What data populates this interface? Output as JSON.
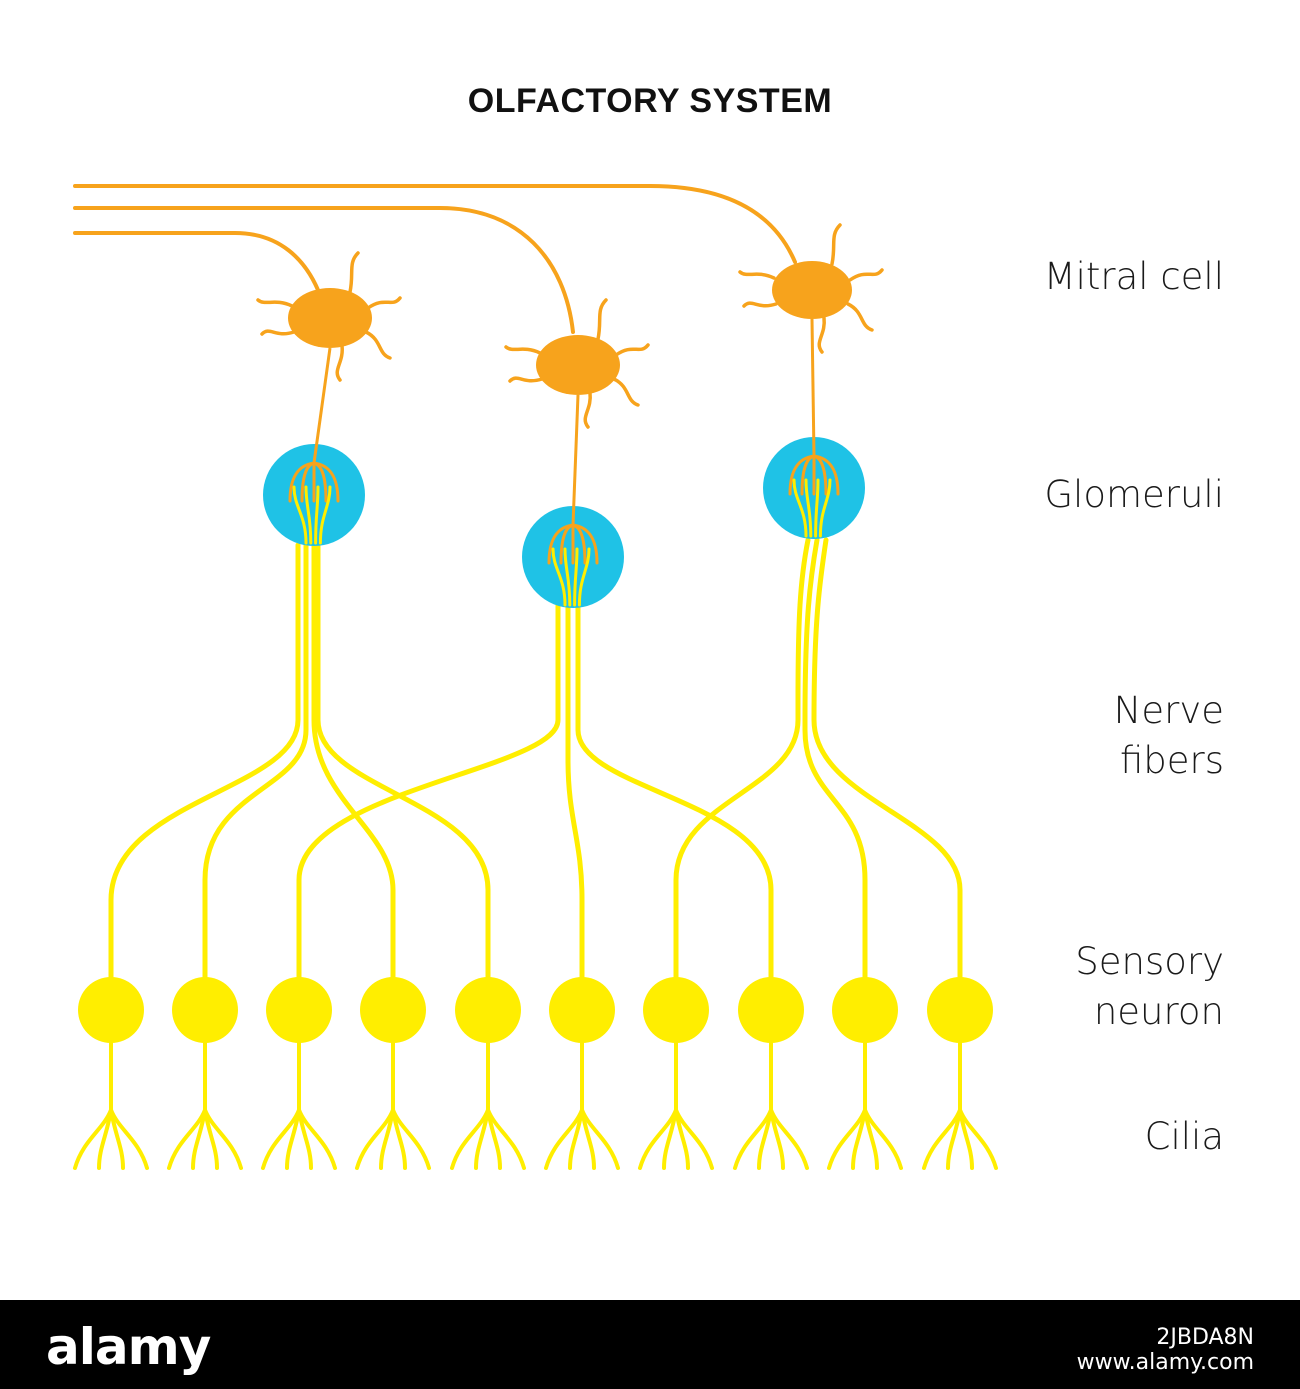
{
  "title": "OLFACTORY SYSTEM",
  "labels": {
    "mitral_cell": "Mitral cell",
    "glomeruli": "Glomeruli",
    "nerve_fibers": "Nerve\nfibers",
    "sensory_neuron": "Sensory\nneuron",
    "cilia": "Cilia"
  },
  "colors": {
    "mitral": "#f7a31c",
    "glomerulus": "#1fc2e6",
    "sensory": "#ffee00",
    "background": "#ffffff"
  },
  "footer": {
    "logo": "alamy",
    "image_id": "2JBDA8N",
    "site": "www.alamy.com"
  }
}
